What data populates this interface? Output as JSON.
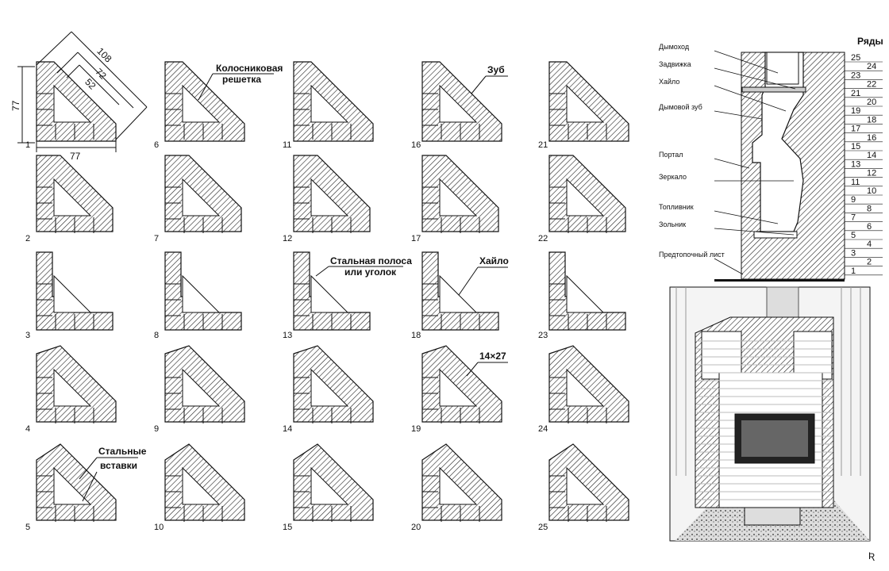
{
  "rows": [
    "1",
    "2",
    "3",
    "4",
    "5",
    "6",
    "7",
    "8",
    "9",
    "10",
    "11",
    "12",
    "13",
    "14",
    "15",
    "16",
    "17",
    "18",
    "19",
    "20",
    "21",
    "22",
    "23",
    "24",
    "25"
  ],
  "dimensions": {
    "d108": "108",
    "d72": "72",
    "d52": "52",
    "d77_side": "77",
    "d77_bottom": "77"
  },
  "annotations": {
    "grate_line1": "Колосниковая",
    "grate_line2": "решетка",
    "tooth": "Зуб",
    "steel_strip_line1": "Стальная полоса",
    "steel_strip_line2": "или уголок",
    "khailo": "Хайло",
    "size": "14×27",
    "inserts_line1": "Стальные",
    "inserts_line2": "вставки"
  },
  "section": {
    "rows_title": "Ряды",
    "labels": [
      "Дымоход",
      "Задвижка",
      "Хайло",
      "Дымовой зуб",
      "Портал",
      "Зеркало",
      "Топливник",
      "Зольник",
      "Предтопочный лист"
    ],
    "row_numbers": [
      "25",
      "24",
      "23",
      "22",
      "21",
      "20",
      "19",
      "18",
      "17",
      "16",
      "15",
      "14",
      "13",
      "12",
      "11",
      "10",
      "9",
      "8",
      "7",
      "6",
      "5",
      "4",
      "3",
      "2",
      "1"
    ]
  },
  "watermark": "Ʀ"
}
